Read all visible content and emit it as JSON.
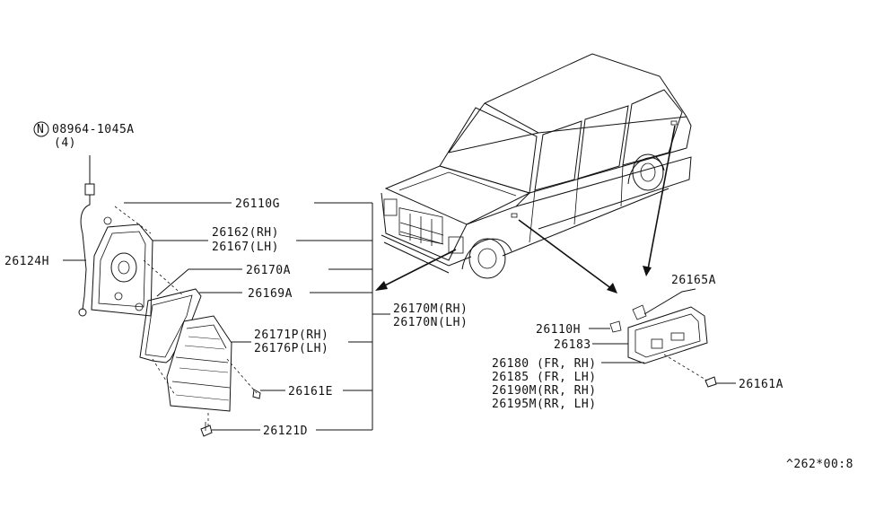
{
  "callouts": {
    "nut_symbol": "N",
    "nut_part": "08964-1045A",
    "nut_qty": "(4)",
    "p26124H": "26124H",
    "p26110G": "26110G",
    "p26162": "26162(RH)",
    "p26167": "26167(LH)",
    "p26170A": "26170A",
    "p26169A": "26169A",
    "p26170M": "26170M(RH)",
    "p26170N": "26170N(LH)",
    "p26171P": "26171P(RH)",
    "p26176P": "26176P(LH)",
    "p26161E": "26161E",
    "p26121D": "26121D",
    "p26165A": "26165A",
    "p26110H": "26110H",
    "p26183": "26183",
    "p26180": "26180 (FR, RH)",
    "p26185": "26185 (FR, LH)",
    "p26190M": "26190M(RR, RH)",
    "p26195M": "26195M(RR, LH)",
    "p26161A": "26161A"
  },
  "footer": {
    "code": "^262*00:8"
  }
}
